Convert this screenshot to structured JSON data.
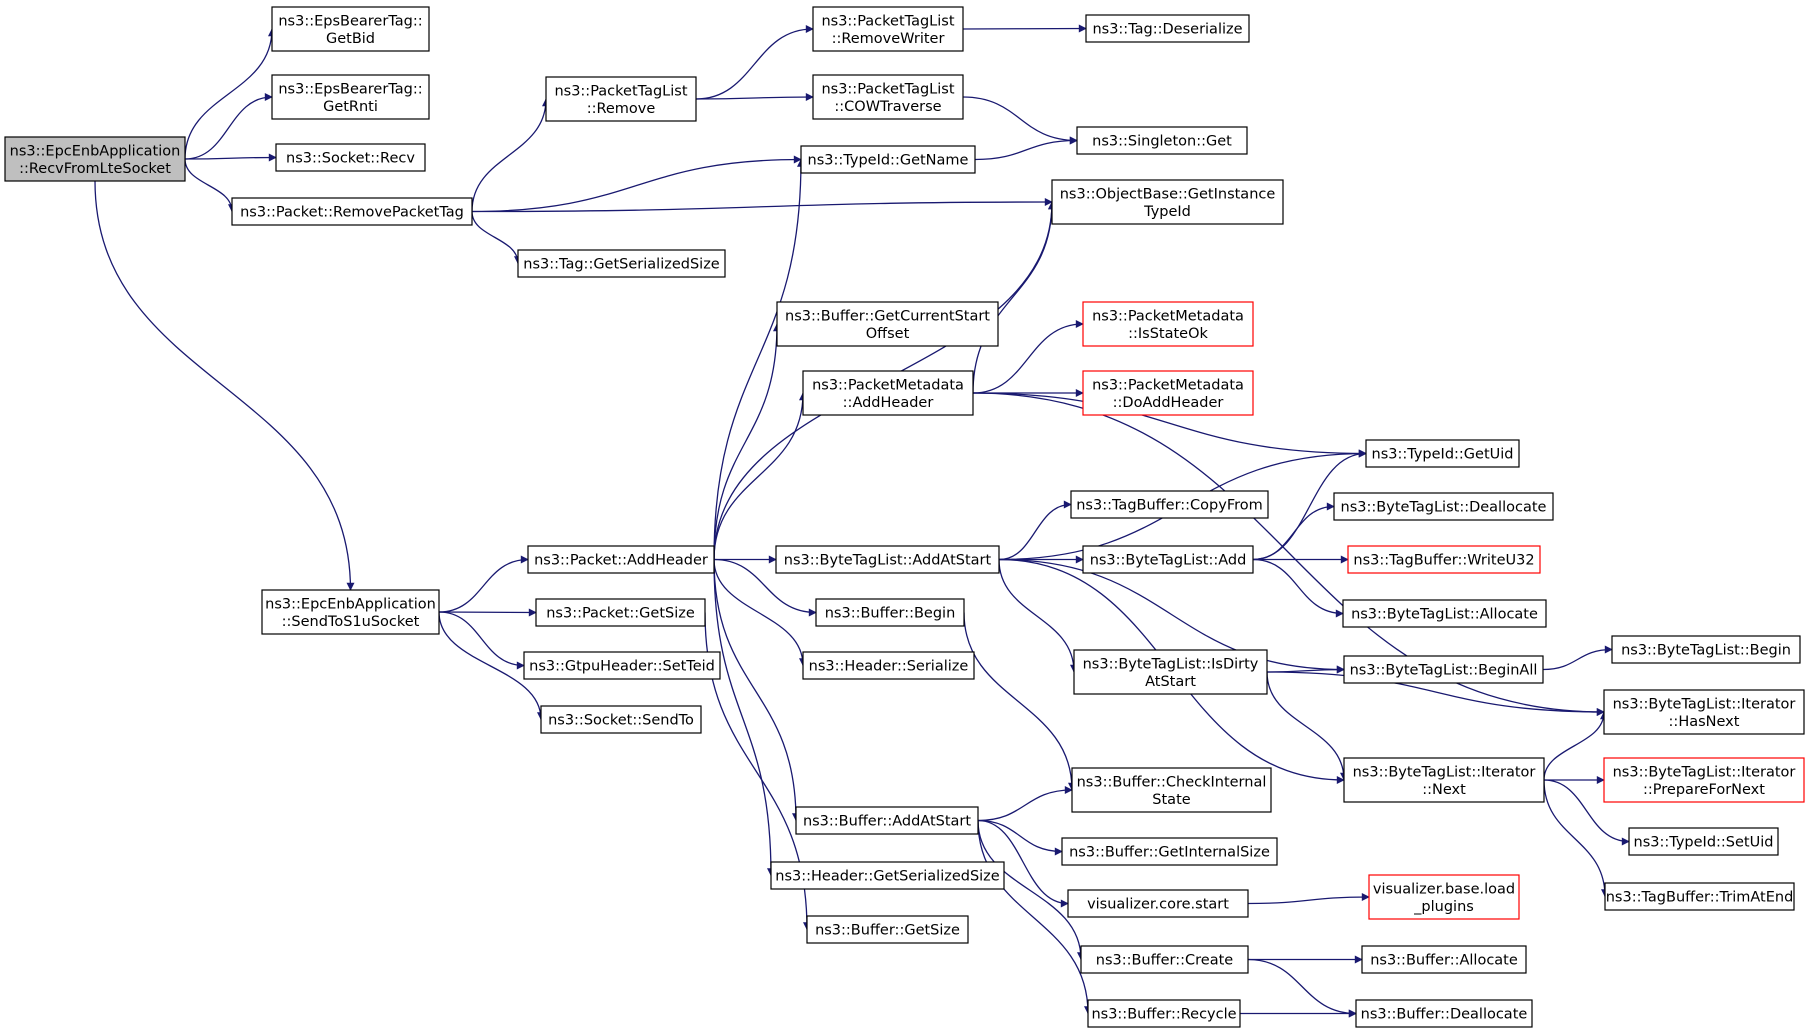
{
  "graph": {
    "edge_color": "#191970",
    "truncated_border_color": "#ff0000",
    "root_fill_color": "#bfbfbf",
    "nodes": [
      {
        "id": "recvFromLte",
        "lines": [
          "ns3::EpcEnbApplication",
          "::RecvFromLteSocket"
        ],
        "root": true
      },
      {
        "id": "getBid",
        "lines": [
          "ns3::EpsBearerTag::",
          "GetBid"
        ]
      },
      {
        "id": "getRnti",
        "lines": [
          "ns3::EpsBearerTag::",
          "GetRnti"
        ]
      },
      {
        "id": "socketRecv",
        "lines": [
          "ns3::Socket::Recv"
        ]
      },
      {
        "id": "removePacketTag",
        "lines": [
          "ns3::Packet::RemovePacketTag"
        ]
      },
      {
        "id": "sendToS1u",
        "lines": [
          "ns3::EpcEnbApplication",
          "::SendToS1uSocket"
        ]
      },
      {
        "id": "ptlRemove",
        "lines": [
          "ns3::PacketTagList",
          "::Remove"
        ]
      },
      {
        "id": "tagGetSerSize",
        "lines": [
          "ns3::Tag::GetSerializedSize"
        ]
      },
      {
        "id": "ptlRemoveWriter",
        "lines": [
          "ns3::PacketTagList",
          "::RemoveWriter"
        ]
      },
      {
        "id": "ptlCow",
        "lines": [
          "ns3::PacketTagList",
          "::COWTraverse"
        ]
      },
      {
        "id": "tagDeserialize",
        "lines": [
          "ns3::Tag::Deserialize"
        ]
      },
      {
        "id": "typeIdGetName",
        "lines": [
          "ns3::TypeId::GetName"
        ]
      },
      {
        "id": "singletonGet",
        "lines": [
          "ns3::Singleton::Get"
        ]
      },
      {
        "id": "objGetInstance",
        "lines": [
          "ns3::ObjectBase::GetInstance",
          "TypeId"
        ]
      },
      {
        "id": "bufGetCurStart",
        "lines": [
          "ns3::Buffer::GetCurrentStart",
          "Offset"
        ]
      },
      {
        "id": "pmAddHeader",
        "lines": [
          "ns3::PacketMetadata",
          "::AddHeader"
        ]
      },
      {
        "id": "pmIsStateOk",
        "lines": [
          "ns3::PacketMetadata",
          "::IsStateOk"
        ],
        "truncated": true
      },
      {
        "id": "pmDoAddHeader",
        "lines": [
          "ns3::PacketMetadata",
          "::DoAddHeader"
        ],
        "truncated": true
      },
      {
        "id": "typeIdGetUid",
        "lines": [
          "ns3::TypeId::GetUid"
        ]
      },
      {
        "id": "tbCopyFrom",
        "lines": [
          "ns3::TagBuffer::CopyFrom"
        ]
      },
      {
        "id": "btlDeallocate",
        "lines": [
          "ns3::ByteTagList::Deallocate"
        ]
      },
      {
        "id": "pktAddHeader",
        "lines": [
          "ns3::Packet::AddHeader"
        ]
      },
      {
        "id": "btlAddAtStart",
        "lines": [
          "ns3::ByteTagList::AddAtStart"
        ]
      },
      {
        "id": "btlAdd",
        "lines": [
          "ns3::ByteTagList::Add"
        ]
      },
      {
        "id": "tbWriteU32",
        "lines": [
          "ns3::TagBuffer::WriteU32"
        ],
        "truncated": true
      },
      {
        "id": "btlAllocate",
        "lines": [
          "ns3::ByteTagList::Allocate"
        ]
      },
      {
        "id": "pktGetSize",
        "lines": [
          "ns3::Packet::GetSize"
        ]
      },
      {
        "id": "bufBegin",
        "lines": [
          "ns3::Buffer::Begin"
        ]
      },
      {
        "id": "gtpuSetTeid",
        "lines": [
          "ns3::GtpuHeader::SetTeid"
        ]
      },
      {
        "id": "hdrSerialize",
        "lines": [
          "ns3::Header::Serialize"
        ]
      },
      {
        "id": "btlIsDirty",
        "lines": [
          "ns3::ByteTagList::IsDirty",
          "AtStart"
        ]
      },
      {
        "id": "btlBeginAll",
        "lines": [
          "ns3::ByteTagList::BeginAll"
        ]
      },
      {
        "id": "btlBegin",
        "lines": [
          "ns3::ByteTagList::Begin"
        ]
      },
      {
        "id": "socketSendTo",
        "lines": [
          "ns3::Socket::SendTo"
        ]
      },
      {
        "id": "btlItHasNext",
        "lines": [
          "ns3::ByteTagList::Iterator",
          "::HasNext"
        ]
      },
      {
        "id": "bufCheckInternal",
        "lines": [
          "ns3::Buffer::CheckInternal",
          "State"
        ]
      },
      {
        "id": "btlItNext",
        "lines": [
          "ns3::ByteTagList::Iterator",
          "::Next"
        ]
      },
      {
        "id": "btlItPrepare",
        "lines": [
          "ns3::ByteTagList::Iterator",
          "::PrepareForNext"
        ],
        "truncated": true
      },
      {
        "id": "bufAddAtStart",
        "lines": [
          "ns3::Buffer::AddAtStart"
        ]
      },
      {
        "id": "typeIdSetUid",
        "lines": [
          "ns3::TypeId::SetUid"
        ]
      },
      {
        "id": "bufGetInternalSize",
        "lines": [
          "ns3::Buffer::GetInternalSize"
        ]
      },
      {
        "id": "hdrGetSerSize",
        "lines": [
          "ns3::Header::GetSerializedSize"
        ]
      },
      {
        "id": "tbTrimAtEnd",
        "lines": [
          "ns3::TagBuffer::TrimAtEnd"
        ]
      },
      {
        "id": "vizCoreStart",
        "lines": [
          "visualizer.core.start"
        ]
      },
      {
        "id": "vizLoadPlugins",
        "lines": [
          "visualizer.base.load",
          "_plugins"
        ],
        "truncated": true
      },
      {
        "id": "bufGetSize",
        "lines": [
          "ns3::Buffer::GetSize"
        ]
      },
      {
        "id": "bufCreate",
        "lines": [
          "ns3::Buffer::Create"
        ]
      },
      {
        "id": "bufAllocate",
        "lines": [
          "ns3::Buffer::Allocate"
        ]
      },
      {
        "id": "bufRecycle",
        "lines": [
          "ns3::Buffer::Recycle"
        ]
      },
      {
        "id": "bufDeallocate",
        "lines": [
          "ns3::Buffer::Deallocate"
        ]
      }
    ],
    "edges": [
      [
        "recvFromLte",
        "getBid"
      ],
      [
        "recvFromLte",
        "getRnti"
      ],
      [
        "recvFromLte",
        "socketRecv"
      ],
      [
        "recvFromLte",
        "removePacketTag"
      ],
      [
        "recvFromLte",
        "sendToS1u"
      ],
      [
        "removePacketTag",
        "ptlRemove"
      ],
      [
        "removePacketTag",
        "typeIdGetName"
      ],
      [
        "removePacketTag",
        "objGetInstance"
      ],
      [
        "removePacketTag",
        "tagGetSerSize"
      ],
      [
        "ptlRemove",
        "ptlRemoveWriter"
      ],
      [
        "ptlRemove",
        "ptlCow"
      ],
      [
        "ptlRemoveWriter",
        "tagDeserialize"
      ],
      [
        "ptlCow",
        "singletonGet"
      ],
      [
        "typeIdGetName",
        "singletonGet"
      ],
      [
        "pmAddHeader",
        "objGetInstance"
      ],
      [
        "pmAddHeader",
        "typeIdGetUid"
      ],
      [
        "pmAddHeader",
        "pmIsStateOk"
      ],
      [
        "pmAddHeader",
        "pmDoAddHeader"
      ],
      [
        "pmAddHeader",
        "btlItHasNext"
      ],
      [
        "sendToS1u",
        "pktAddHeader"
      ],
      [
        "sendToS1u",
        "pktGetSize"
      ],
      [
        "sendToS1u",
        "gtpuSetTeid"
      ],
      [
        "sendToS1u",
        "socketSendTo"
      ],
      [
        "pktAddHeader",
        "typeIdGetName"
      ],
      [
        "pktAddHeader",
        "objGetInstance"
      ],
      [
        "pktAddHeader",
        "bufGetCurStart"
      ],
      [
        "pktAddHeader",
        "pmAddHeader"
      ],
      [
        "pktAddHeader",
        "btlAddAtStart"
      ],
      [
        "pktAddHeader",
        "bufBegin"
      ],
      [
        "pktAddHeader",
        "hdrSerialize"
      ],
      [
        "pktAddHeader",
        "bufAddAtStart"
      ],
      [
        "pktAddHeader",
        "hdrGetSerSize"
      ],
      [
        "pktGetSize",
        "bufGetSize"
      ],
      [
        "bufBegin",
        "bufCheckInternal"
      ],
      [
        "btlAddAtStart",
        "typeIdGetUid"
      ],
      [
        "btlAddAtStart",
        "tbCopyFrom"
      ],
      [
        "btlAddAtStart",
        "btlAdd"
      ],
      [
        "btlAddAtStart",
        "btlIsDirty"
      ],
      [
        "btlAddAtStart",
        "btlBeginAll"
      ],
      [
        "btlAddAtStart",
        "btlItNext"
      ],
      [
        "btlAdd",
        "typeIdGetUid"
      ],
      [
        "btlAdd",
        "btlDeallocate"
      ],
      [
        "btlAdd",
        "tbWriteU32"
      ],
      [
        "btlAdd",
        "btlAllocate"
      ],
      [
        "btlIsDirty",
        "btlBeginAll"
      ],
      [
        "btlIsDirty",
        "btlItHasNext"
      ],
      [
        "btlIsDirty",
        "btlItNext"
      ],
      [
        "btlBeginAll",
        "btlBegin"
      ],
      [
        "btlItNext",
        "btlItHasNext"
      ],
      [
        "btlItNext",
        "btlItPrepare"
      ],
      [
        "btlItNext",
        "typeIdSetUid"
      ],
      [
        "btlItNext",
        "tbTrimAtEnd"
      ],
      [
        "bufAddAtStart",
        "bufCheckInternal"
      ],
      [
        "bufAddAtStart",
        "bufGetInternalSize"
      ],
      [
        "bufAddAtStart",
        "vizCoreStart"
      ],
      [
        "bufAddAtStart",
        "bufCreate"
      ],
      [
        "bufAddAtStart",
        "bufRecycle"
      ],
      [
        "vizCoreStart",
        "vizLoadPlugins"
      ],
      [
        "bufCreate",
        "bufAllocate"
      ],
      [
        "bufCreate",
        "bufDeallocate"
      ],
      [
        "bufRecycle",
        "bufDeallocate"
      ]
    ]
  }
}
